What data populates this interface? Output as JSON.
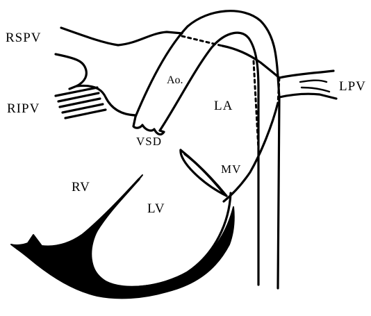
{
  "labels": {
    "rspv": "RSPV",
    "ripv": "RIPV",
    "lpv": "LPV",
    "ao": "Ao.",
    "la": "LA",
    "vsd": "VSD",
    "mv": "MV",
    "rv": "RV",
    "lv": "LV"
  },
  "colors": {
    "ink": "#000000",
    "background": "#ffffff"
  }
}
